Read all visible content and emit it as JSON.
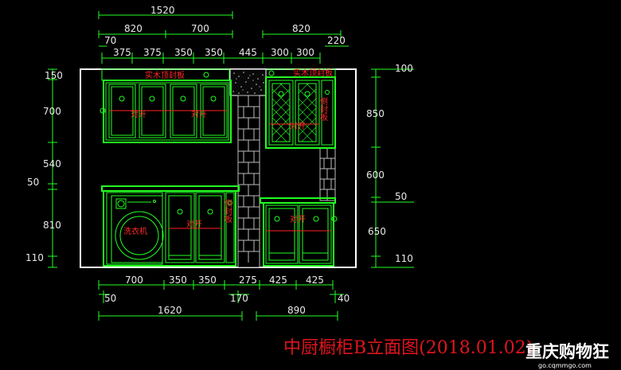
{
  "dims_top": {
    "total_left": "1520",
    "w820_left": "820",
    "w700": "700",
    "w820_right": "820",
    "w70": "70",
    "w220": "220",
    "row": [
      "375",
      "375",
      "350",
      "350",
      "445",
      "300",
      "300"
    ]
  },
  "dims_left": [
    "150",
    "700",
    "540",
    "50",
    "810",
    "110"
  ],
  "dims_right": [
    "100",
    "850",
    "600",
    "50",
    "650",
    "110"
  ],
  "dims_bottom": {
    "row": [
      "700",
      "350",
      "350",
      "275",
      "425",
      "425"
    ],
    "w50": "50",
    "w170": "170",
    "w40": "40",
    "total_left": "1620",
    "total_right": "890"
  },
  "labels": {
    "top_board_left": "实木顶封板",
    "top_board_right": "实木顶封板",
    "door_a": "对开",
    "door_b": "对开",
    "door_c": "对开",
    "door_d": "对开",
    "door_e": "对开",
    "washer": "洗衣机",
    "side_panel_left": "侧封板",
    "side_panel_right": "侧封板"
  },
  "title": "中厨橱柜B立面图(2018.01.02)",
  "watermark": {
    "text": "重庆购物狂",
    "url": "go.cqmmgo.com"
  },
  "colors": {
    "background": "#000000",
    "dimension_lines": "#22ff22",
    "dimension_text": "#e8e8e8",
    "cabinet_lines": "#22ff22",
    "annotation_text": "#ff2a2a",
    "title": "#e0141e",
    "outline": "#ffffff"
  }
}
